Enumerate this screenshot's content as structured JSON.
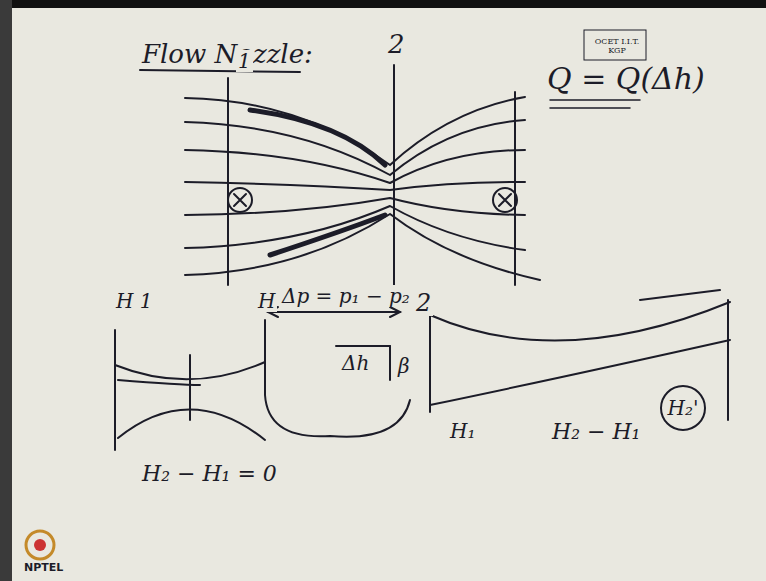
{
  "diagram": {
    "title": "Flow Nozzle:",
    "nodes": [
      {
        "text": [
          "H₂'"
        ]
      }
    ],
    "edges": [],
    "labels": [
      "OCET I.I.T. KGP",
      "1",
      "2",
      "Q = Q(Δh)",
      "H 1",
      "H",
      "Δp = p₁ − p₂",
      "2",
      "Δh",
      "β",
      "H₁",
      "H₂ − H₁",
      "H₂ − H₁ = 0",
      "NPTEL"
    ]
  }
}
